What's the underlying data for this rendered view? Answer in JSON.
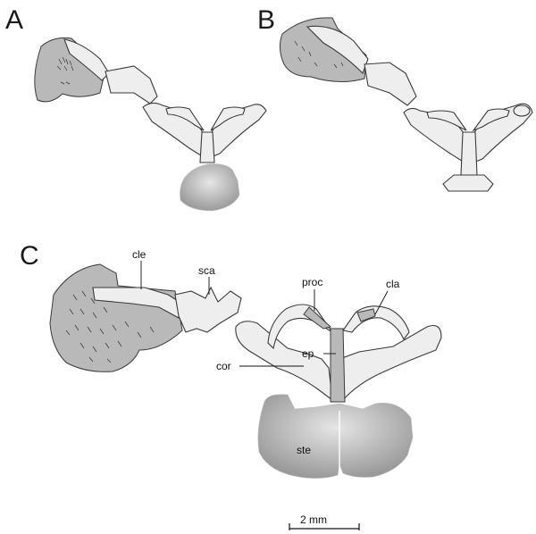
{
  "figure": {
    "panels": [
      {
        "letter": "A"
      },
      {
        "letter": "B"
      },
      {
        "letter": "C"
      }
    ],
    "labels": {
      "cle": "cle",
      "sca": "sca",
      "proc": "proc",
      "cla": "cla",
      "ep": "ep",
      "cor": "cor",
      "ste": "ste"
    },
    "scale_bar": {
      "label": "2 mm"
    },
    "colors": {
      "bone_fill": "#eeeeee",
      "cartilage_fill": "#b9b9b9",
      "sternum_fill": "#a0a0a0",
      "outline": "#3a3a3a"
    }
  }
}
